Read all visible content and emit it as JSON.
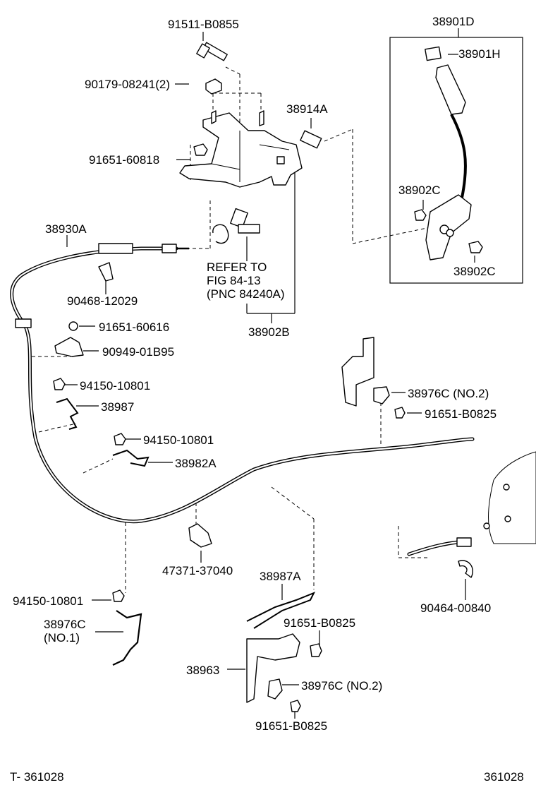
{
  "labels": {
    "bolt_top": "91511-B0855",
    "nut_top": "90179-08241(2)",
    "bolt_bracket": "91651-60818",
    "bushing": "38914A",
    "lever_assy": "38901D",
    "knob": "38901H",
    "nut_lever_left": "38902C",
    "nut_lever_right": "38902C",
    "cable": "38930A",
    "clip_cable": "90468-12029",
    "refer_line1": "REFER TO",
    "refer_line2": "FIG  84-13",
    "refer_line3": "(PNC 84240A)",
    "bracket_assy": "38902B",
    "bolt_clamp": "91651-60616",
    "clamp": "90949-01B95",
    "nut_a": "94150-10801",
    "spring_a": "38987",
    "nut_b": "94150-10801",
    "spring_b": "38982A",
    "bracket_no2_top": "38976C (NO.2)",
    "bolt_no2_top": "91651-B0825",
    "clip_grommet": "47371-37040",
    "nut_c": "94150-10801",
    "bracket_no1_line1": "38976C",
    "bracket_no1_line2": "(NO.1)",
    "spring_c": "38987A",
    "bolt_mid": "91651-B0825",
    "bracket_main": "38963",
    "bracket_no2_bottom": "38976C  (NO.2)",
    "bolt_bottom": "91651-B0825",
    "clip_end": "90464-00840",
    "footer_left": "T- 361028",
    "footer_right": "361028"
  }
}
